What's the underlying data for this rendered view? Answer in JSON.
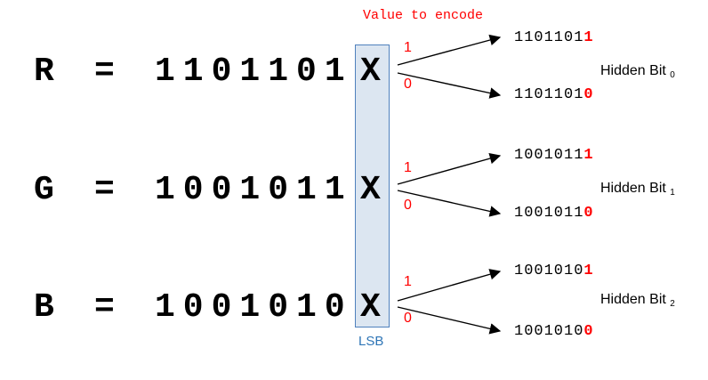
{
  "caption": "Value to encode",
  "lsb_label": "LSB",
  "equals": "=",
  "channels": [
    {
      "name": "R",
      "bits": "1101101",
      "placeholder": "X",
      "branch_top": "1",
      "branch_bottom": "0",
      "result_top": {
        "prefix": "1101101",
        "last": "1"
      },
      "result_bottom": {
        "prefix": "1101101",
        "last": "0"
      },
      "hidden_label": "Hidden Bit",
      "hidden_index": "0"
    },
    {
      "name": "G",
      "bits": "1001011",
      "placeholder": "X",
      "branch_top": "1",
      "branch_bottom": "0",
      "result_top": {
        "prefix": "1001011",
        "last": "1"
      },
      "result_bottom": {
        "prefix": "1001011",
        "last": "0"
      },
      "hidden_label": "Hidden Bit",
      "hidden_index": "1"
    },
    {
      "name": "B",
      "bits": "1001010",
      "placeholder": "X",
      "branch_top": "1",
      "branch_bottom": "0",
      "result_top": {
        "prefix": "1001010",
        "last": "1"
      },
      "result_bottom": {
        "prefix": "1001010",
        "last": "0"
      },
      "hidden_label": "Hidden Bit",
      "hidden_index": "2"
    }
  ],
  "colors": {
    "highlight": "#ff0000",
    "lsb_fill": "#dce6f1",
    "lsb_border": "#4f81bd",
    "lsb_text": "#2e75b6"
  }
}
